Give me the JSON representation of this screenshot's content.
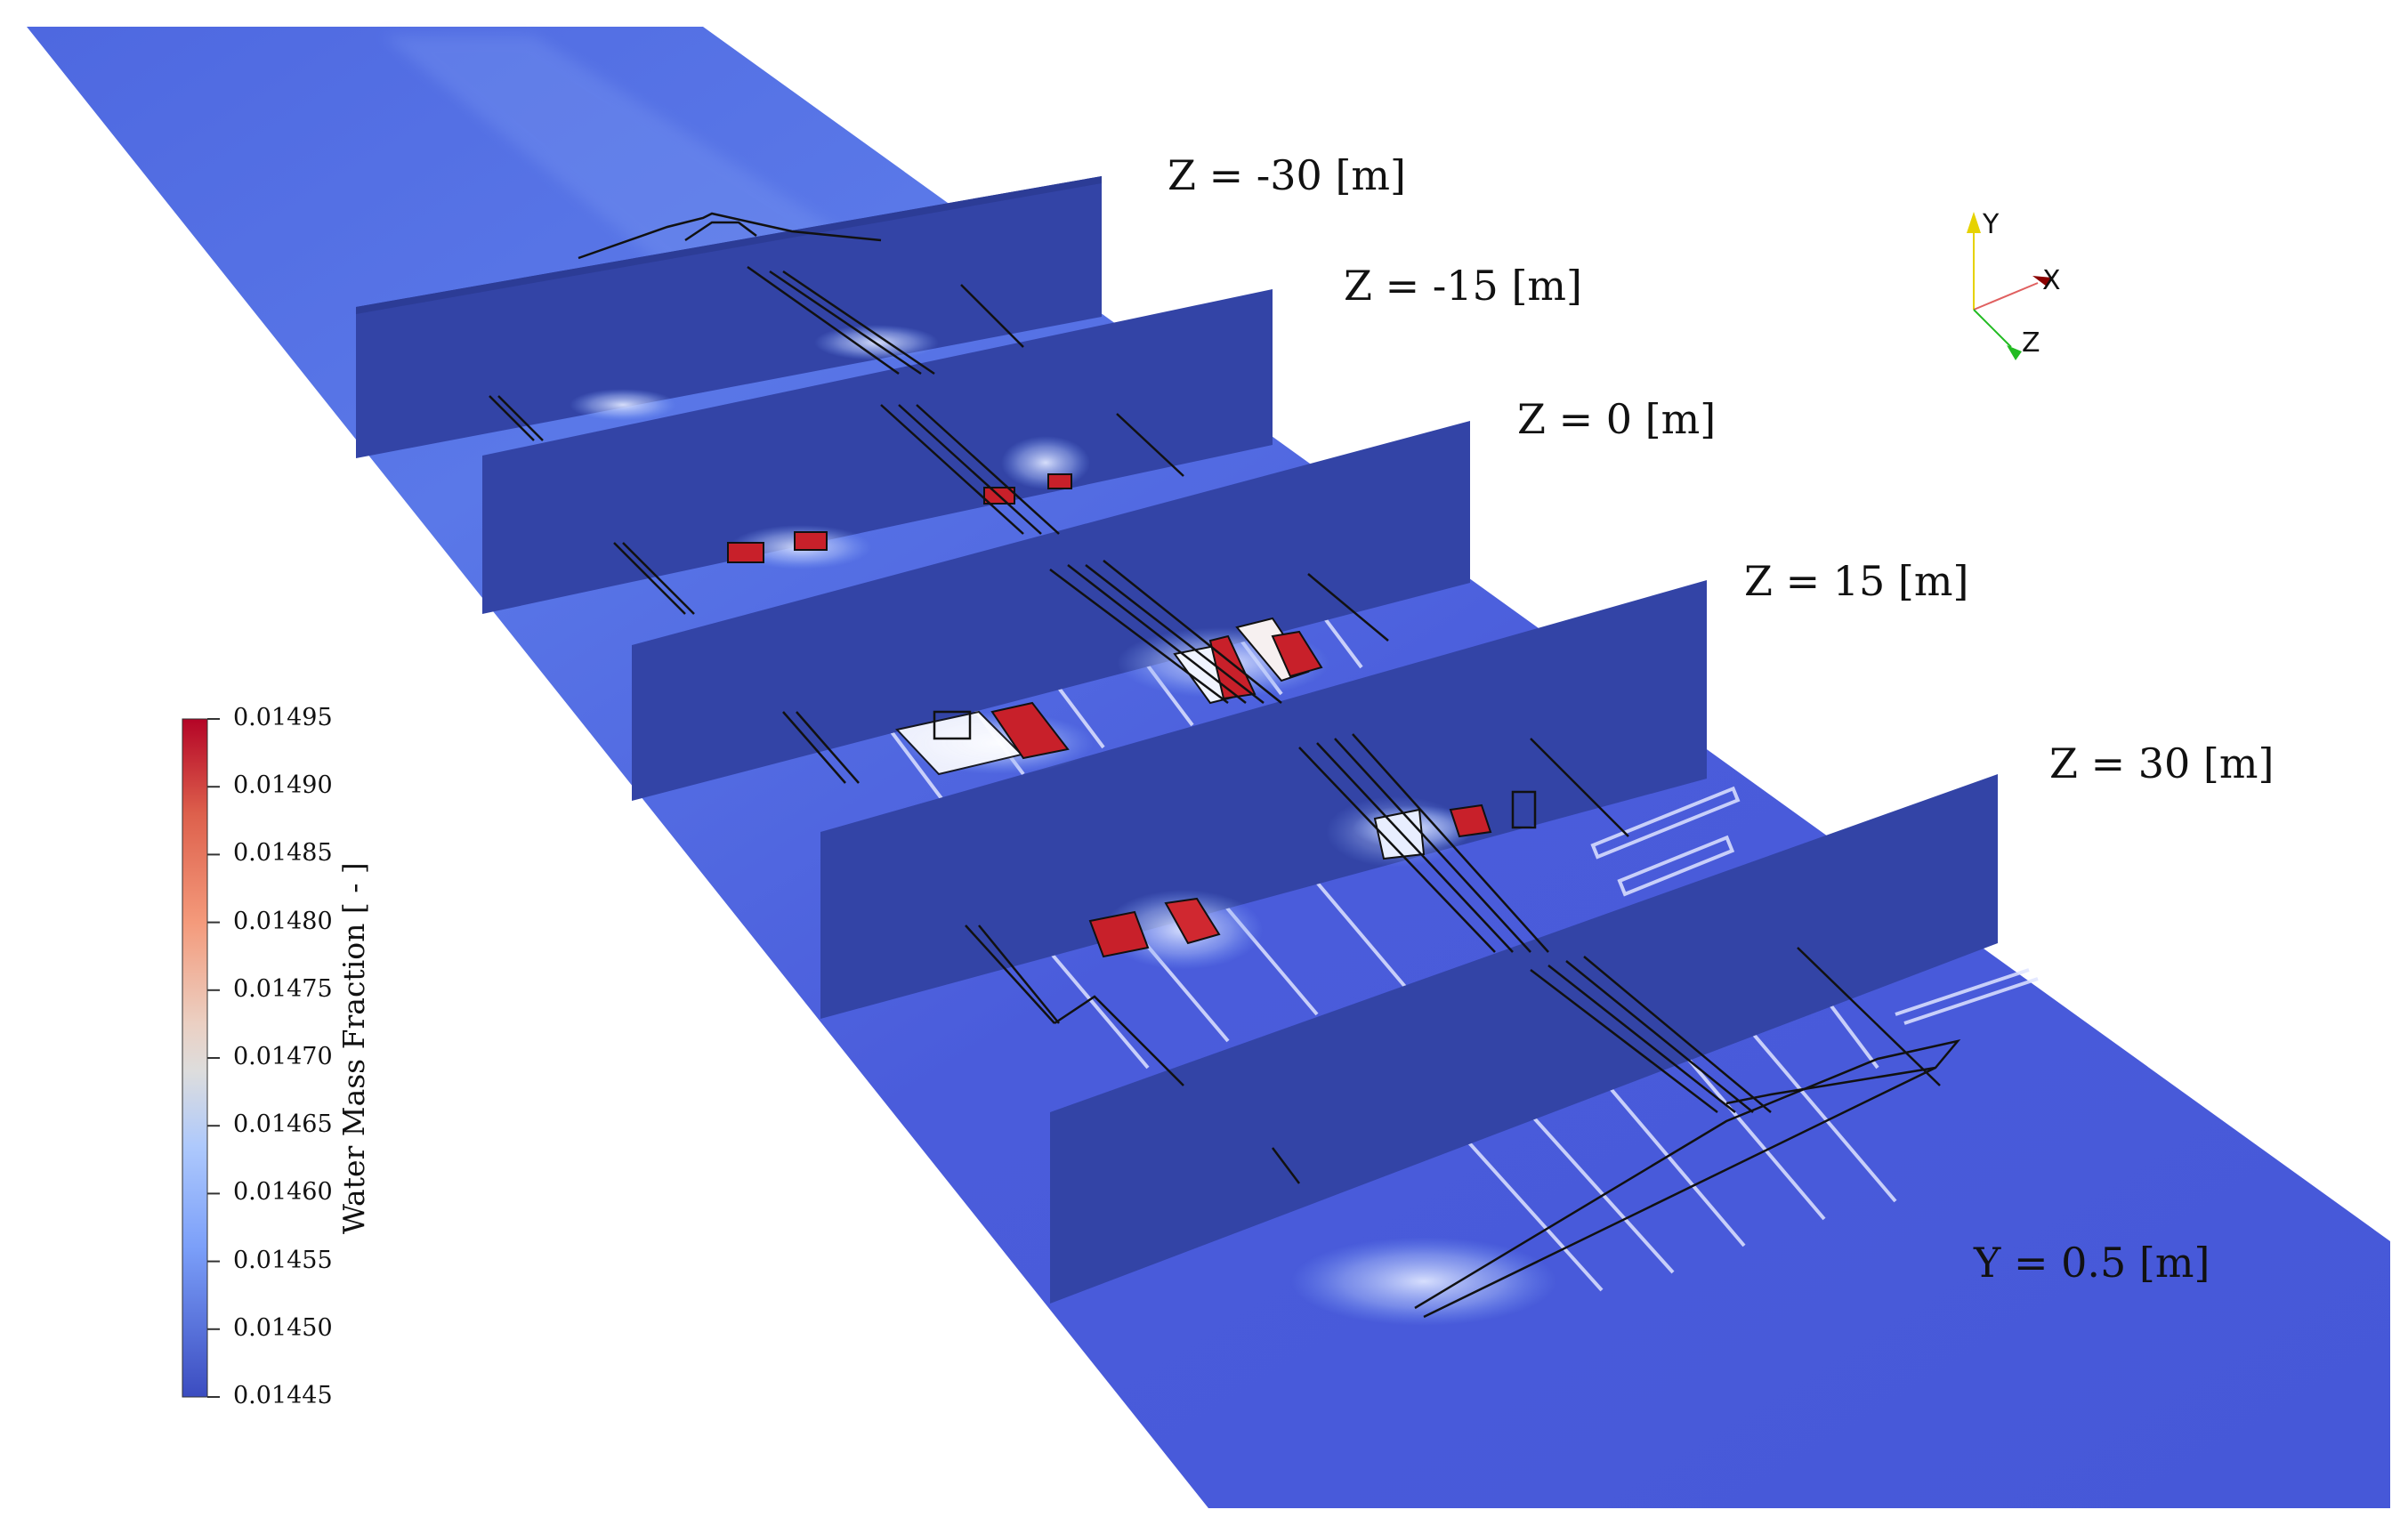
{
  "slice_labels": {
    "z_m30": "Z = -30 [m]",
    "z_m15": "Z = -15 [m]",
    "z_0": "Z = 0 [m]",
    "z_15": "Z = 15 [m]",
    "z_30": "Z = 30 [m]",
    "y_05": "Y = 0.5 [m]"
  },
  "colorbar": {
    "title": "Water Mass Fraction [ - ]",
    "ticks": [
      "0.01495",
      "0.01490",
      "0.01485",
      "0.01480",
      "0.01475",
      "0.01470",
      "0.01465",
      "0.01460",
      "0.01455",
      "0.01450",
      "0.01445"
    ],
    "colormap": [
      "#b40426",
      "#dd604c",
      "#f49a7b",
      "#ebd0c3",
      "#dddddd",
      "#aec9fc",
      "#7b9ff9",
      "#3b4cc0"
    ]
  },
  "axes_triad": {
    "x": "X",
    "y": "Y",
    "z": "Z",
    "x_color": "#8b0000",
    "y_color": "#e6d200",
    "z_color": "#22bb22"
  },
  "colors": {
    "floor": "#4a5cdb",
    "slice": "#3344a6",
    "hot": "#c8202a"
  }
}
